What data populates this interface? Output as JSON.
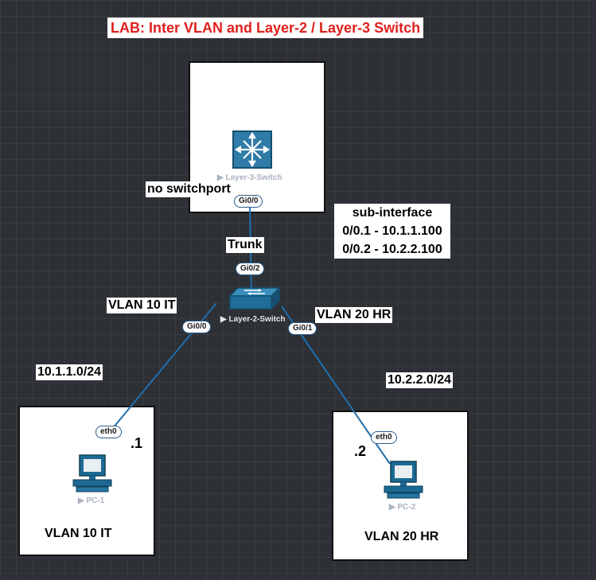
{
  "title": "LAB: Inter VLAN and Layer-2 / Layer-3 Switch",
  "colors": {
    "link": "#1f6fae",
    "title": "#e0201c",
    "device_icon": "#1c6a94"
  },
  "devices": {
    "l3_switch": {
      "label": "Layer-3-Switch",
      "icon": "layer3-switch-icon"
    },
    "l2_switch": {
      "label": "Layer-2-Switch",
      "icon": "layer2-switch-icon"
    },
    "pc1": {
      "label": "PC-1",
      "icon": "pc-icon"
    },
    "pc2": {
      "label": "PC-2",
      "icon": "pc-icon"
    }
  },
  "ports": {
    "l3_gi0_0": "Gi0/0",
    "l2_gi0_2": "Gi0/2",
    "l2_gi0_0": "Gi0/0",
    "l2_gi0_1": "Gi0/1",
    "pc1_eth0": "eth0",
    "pc2_eth0": "eth0"
  },
  "annotations": {
    "no_switchport": "no switchport",
    "trunk": "Trunk",
    "sub_interface": "sub-interface",
    "sub_if_1": "0/0.1 - 10.1.1.100",
    "sub_if_2": "0/0.2 - 10.2.2.100",
    "vlan10_link": "VLAN 10 IT",
    "vlan20_link": "VLAN 20 HR",
    "subnet1": "10.1.1.0/24",
    "subnet2": "10.2.2.0/24",
    "host1": ".1",
    "host2": ".2",
    "vlan10_box": "VLAN 10 IT",
    "vlan20_box": "VLAN 20 HR"
  }
}
